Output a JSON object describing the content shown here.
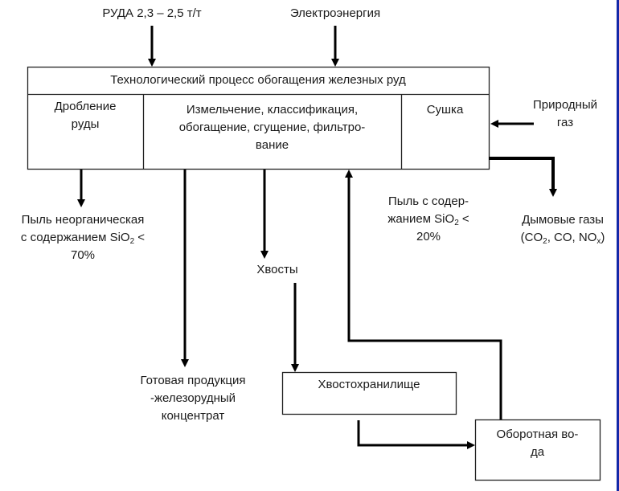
{
  "diagram": {
    "title": "Технологический процесс обогащения железных руд",
    "inputs": {
      "ore": "РУДА 2,3 – 2,5 т/т",
      "electricity": "Электроэнергия",
      "natural_gas_line1": "Природный",
      "natural_gas_line2": "газ"
    },
    "stages": {
      "crushing_line1": "Дробление",
      "crushing_line2": "руды",
      "grinding_line1": "Измельчение, классификация,",
      "grinding_line2": "обогащение, сгущение, фильтро-",
      "grinding_line3": "вание",
      "drying": "Сушка"
    },
    "outputs": {
      "dust1_line1": "Пыль неорганическая",
      "dust1_line2_pre": "с содержанием SiO",
      "dust1_line2_sub": "2",
      "dust1_line2_post": " <",
      "dust1_line3": "70%",
      "dust2_line1": "Пыль с содер-",
      "dust2_line2_pre": "жанием SiO",
      "dust2_line2_sub": "2",
      "dust2_line2_post": " <",
      "dust2_line3": "20%",
      "flue_line1": "Дымовые газы",
      "flue_line2_a": "(CO",
      "flue_line2_a_sub": "2",
      "flue_line2_b": ", CO, NO",
      "flue_line2_b_sub": "x",
      "flue_line2_c": ")",
      "tailings": "Хвосты",
      "product_line1": "Готовая продукция",
      "product_line2": "-железорудный",
      "product_line3": "концентрат"
    },
    "nodes": {
      "tailings_storage": "Хвостохранилище",
      "recycled_water_line1": "Оборотная во-",
      "recycled_water_line2": "да"
    }
  }
}
